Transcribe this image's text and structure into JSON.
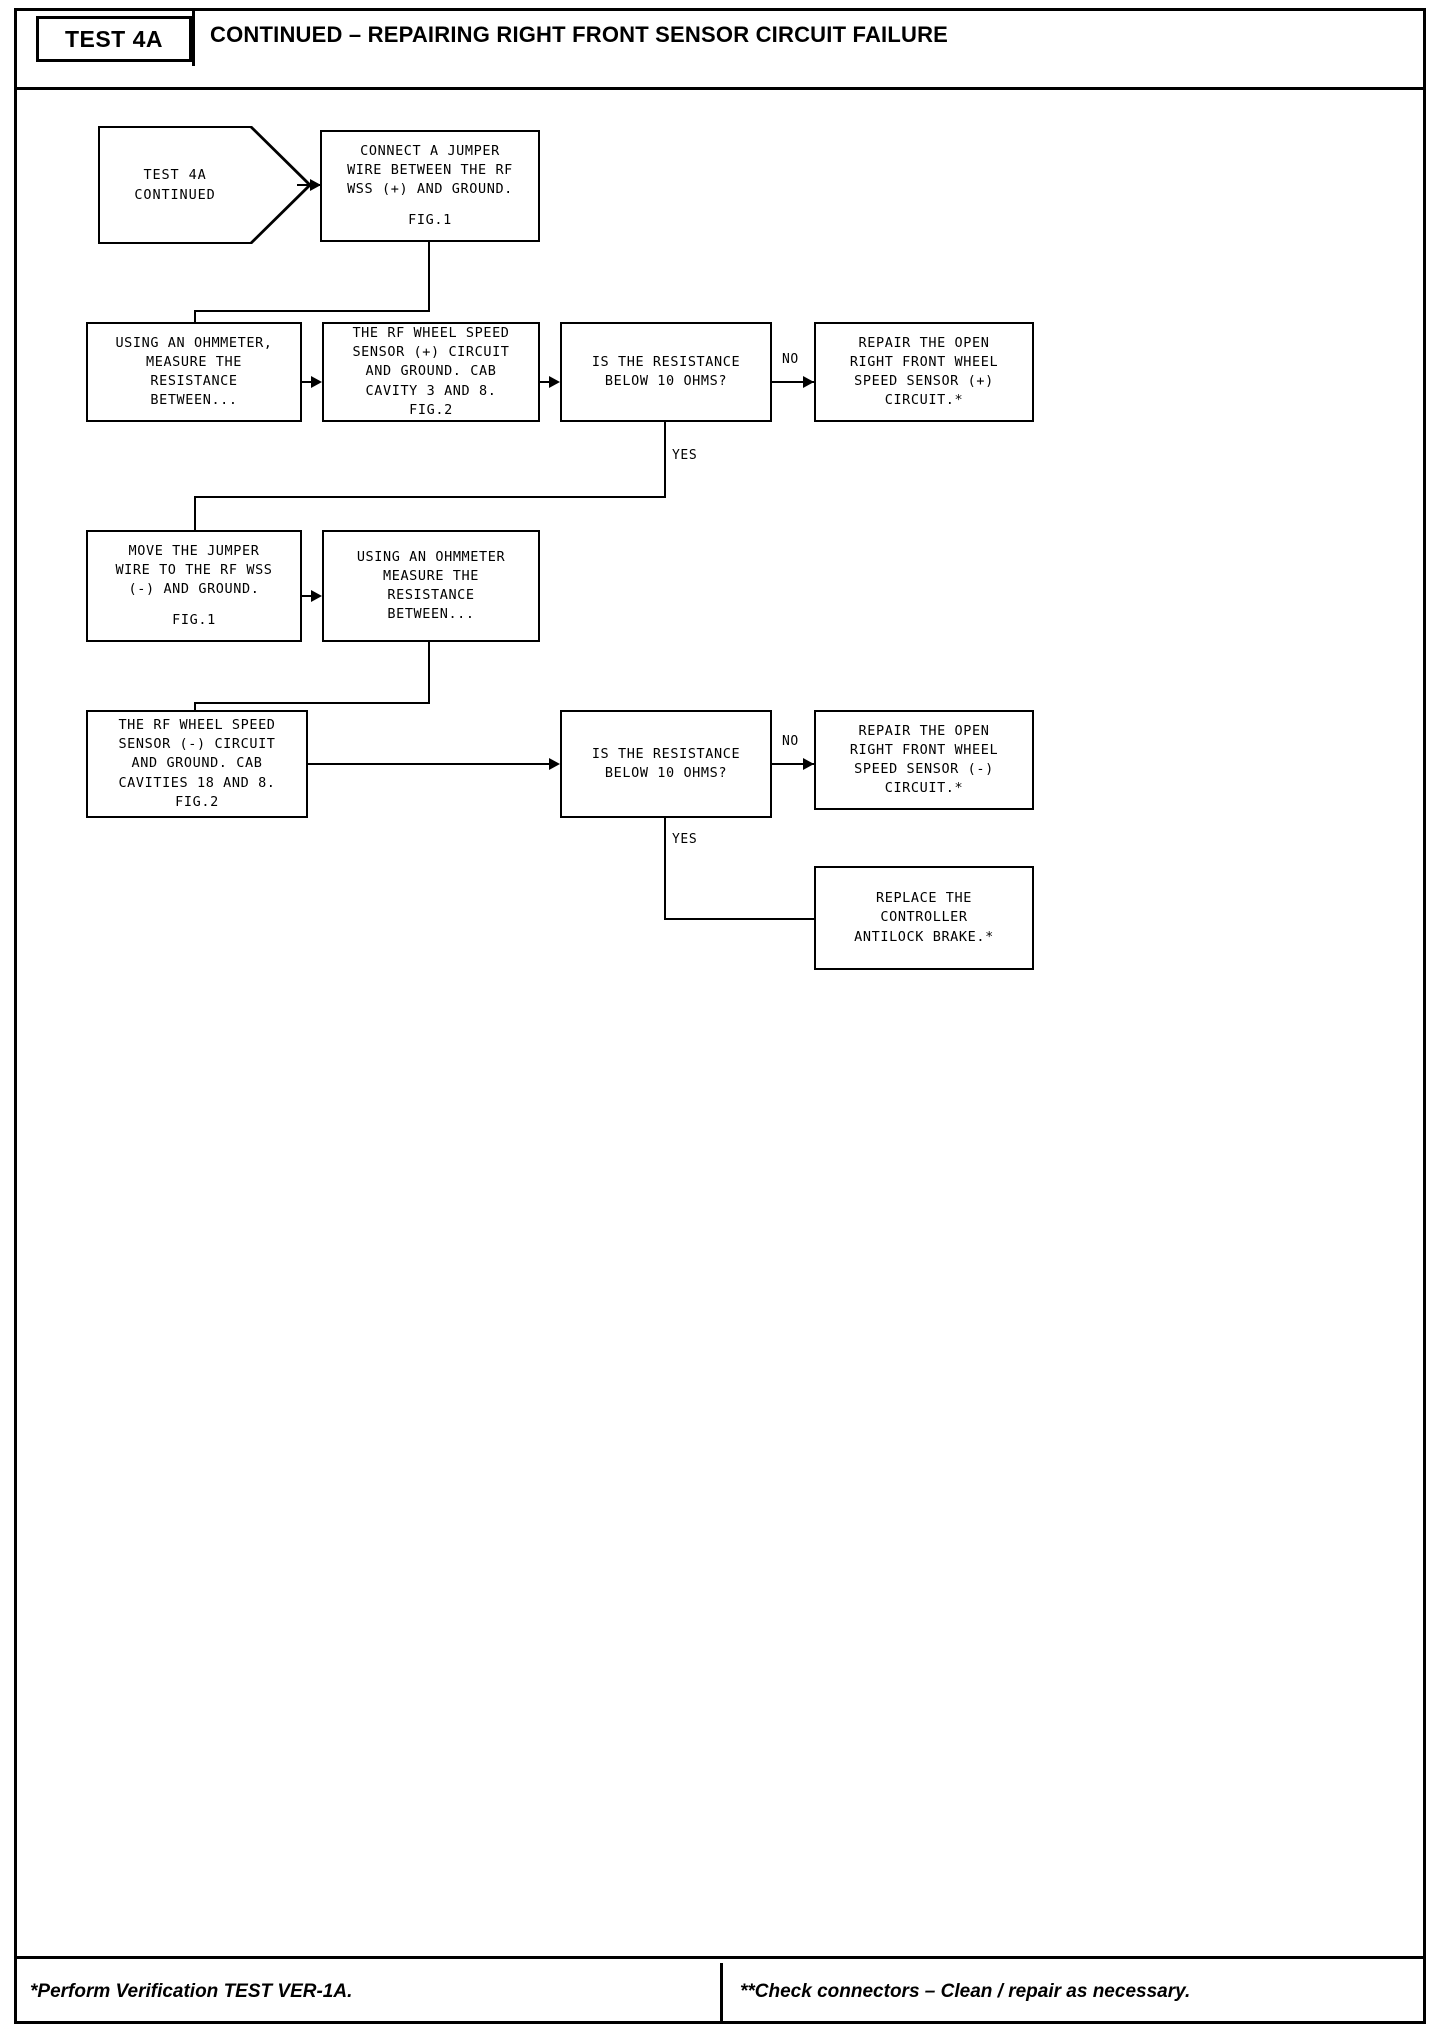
{
  "header": {
    "test_id": "TEST 4A",
    "title": "CONTINUED – REPAIRING RIGHT FRONT SENSOR CIRCUIT FAILURE"
  },
  "footer": {
    "left_note": "*Perform Verification TEST VER-1A.",
    "right_note": "**Check connectors – Clean / repair as necessary."
  },
  "flow": {
    "start": {
      "line1": "TEST 4A",
      "line2": "CONTINUED"
    },
    "n_connect_jumper": {
      "line1": "CONNECT A JUMPER",
      "line2": "WIRE BETWEEN THE RF",
      "line3": "WSS (+) AND GROUND.",
      "line4": "FIG.1"
    },
    "n_ohmmeter_1": {
      "line1": "USING AN OHMMETER,",
      "line2": "MEASURE THE",
      "line3": "RESISTANCE",
      "line4": "BETWEEN..."
    },
    "n_circuit_pos": {
      "line1": "THE RF WHEEL SPEED",
      "line2": "SENSOR (+) CIRCUIT",
      "line3": "AND GROUND. CAB",
      "line4": "CAVITY 3 AND 8.",
      "line5": "FIG.2"
    },
    "n_decision_1": {
      "line1": "IS THE RESISTANCE",
      "line2": "BELOW 10 OHMS?"
    },
    "n_repair_pos": {
      "line1": "REPAIR THE OPEN",
      "line2": "RIGHT FRONT WHEEL",
      "line3": "SPEED SENSOR (+)",
      "line4": "CIRCUIT.*"
    },
    "n_move_jumper": {
      "line1": "MOVE THE JUMPER",
      "line2": "WIRE TO THE RF WSS",
      "line3": "(-) AND GROUND.",
      "line4": "FIG.1"
    },
    "n_ohmmeter_2": {
      "line1": "USING AN OHMMETER",
      "line2": "MEASURE THE",
      "line3": "RESISTANCE",
      "line4": "BETWEEN..."
    },
    "n_circuit_neg": {
      "line1": "THE RF WHEEL SPEED",
      "line2": "SENSOR (-) CIRCUIT",
      "line3": "AND GROUND. CAB",
      "line4": "CAVITIES 18 AND 8.",
      "line5": "FIG.2"
    },
    "n_decision_2": {
      "line1": "IS THE RESISTANCE",
      "line2": "BELOW 10 OHMS?"
    },
    "n_repair_neg": {
      "line1": "REPAIR THE OPEN",
      "line2": "RIGHT FRONT WHEEL",
      "line3": "SPEED SENSOR (-)",
      "line4": "CIRCUIT.*"
    },
    "n_replace_controller": {
      "line1": "REPLACE THE",
      "line2": "CONTROLLER",
      "line3": "ANTILOCK BRAKE.*"
    },
    "labels": {
      "no_1": "NO",
      "yes_1": "YES",
      "no_2": "NO",
      "yes_2": "YES"
    }
  },
  "colors": {
    "ink": "#000000",
    "paper": "#ffffff"
  }
}
